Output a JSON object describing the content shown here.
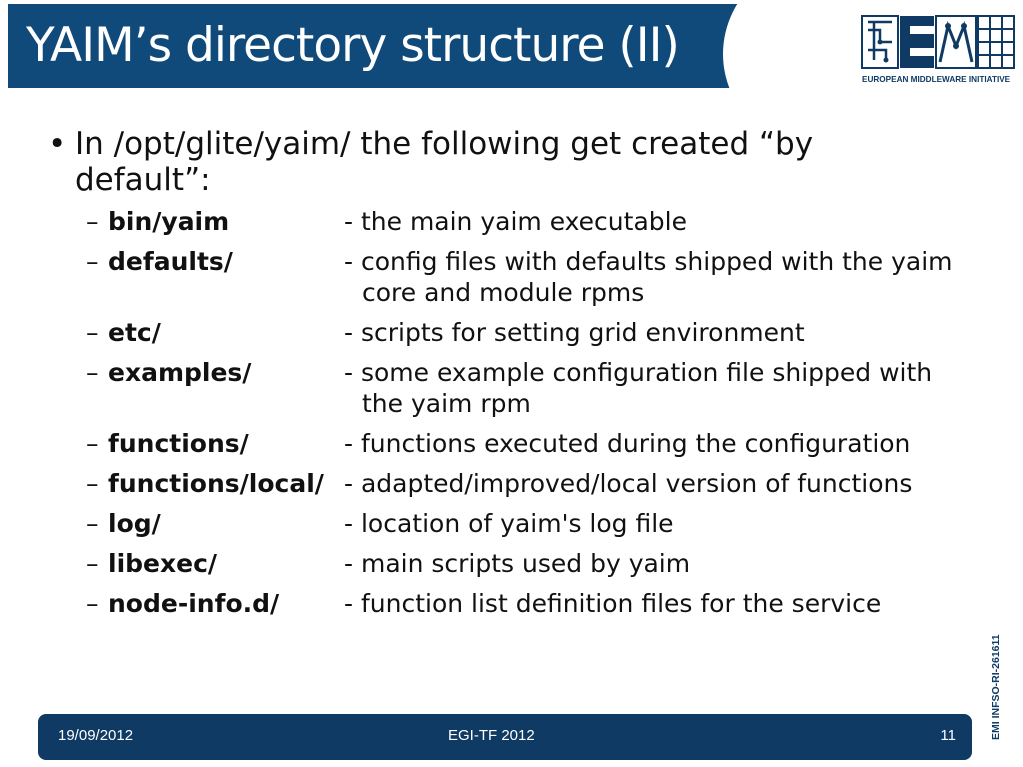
{
  "title": "YAIM’s directory structure (II)",
  "logo": {
    "caption": "EUROPEAN MIDDLEWARE INITIATIVE",
    "icon": "emi-logo"
  },
  "bullet": {
    "symbol": "•",
    "text": "In /opt/glite/yaim/ the following get created “by default”:"
  },
  "items": [
    {
      "dash": "–",
      "name": "bin/yaim",
      "desc": "- the main yaim executable"
    },
    {
      "dash": "–",
      "name": "defaults/",
      "desc": "- config files with defaults shipped with the yaim core and module rpms"
    },
    {
      "dash": "–",
      "name": "etc/",
      "desc": "- scripts for setting grid environment"
    },
    {
      "dash": "–",
      "name": "examples/",
      "desc": "- some example configuration file shipped with the yaim rpm"
    },
    {
      "dash": "–",
      "name": "functions/",
      "desc": "- functions executed during the configuration"
    },
    {
      "dash": "–",
      "name": "functions/local/",
      "desc": "- adapted/improved/local version of functions"
    },
    {
      "dash": "–",
      "name": "log/",
      "desc": "- location of yaim's log file"
    },
    {
      "dash": "–",
      "name": "libexec/",
      "desc": "- main scripts used by yaim"
    },
    {
      "dash": "–",
      "name": "node-info.d/",
      "desc": "- function list definition files for the service"
    }
  ],
  "footer": {
    "date": "19/09/2012",
    "event": "EGI-TF 2012",
    "page": "11"
  },
  "side_label": "EMI INFSO-RI-261611",
  "colors": {
    "title_bar": "#0f4a7a",
    "footer": "#0f3a64",
    "text": "#111111"
  }
}
